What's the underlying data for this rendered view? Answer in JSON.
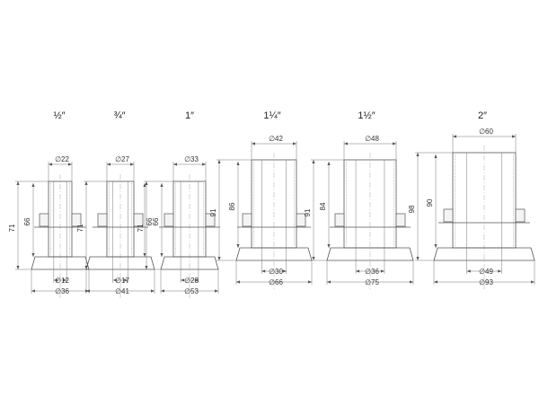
{
  "fittings": [
    {
      "size": "½″",
      "top": "∅22",
      "small_bore": "∅12",
      "flange": "∅36",
      "h_outer": "71",
      "h_inner": "66"
    },
    {
      "size": "¾″",
      "top": "∅27",
      "small_bore": "∅17",
      "flange": "∅41",
      "h_outer": "71",
      "h_inner": "66"
    },
    {
      "size": "1″",
      "top": "∅33",
      "small_bore": "∅23",
      "flange": "∅53",
      "h_outer": "71",
      "h_inner": "66"
    },
    {
      "size": "1¼″",
      "top": "∅42",
      "small_bore": "∅30",
      "flange": "∅66",
      "h_outer": "91",
      "h_inner": "86"
    },
    {
      "size": "1½″",
      "top": "∅48",
      "small_bore": "∅36",
      "flange": "∅75",
      "h_outer": "91",
      "h_inner": "84"
    },
    {
      "size": "2″",
      "top": "∅60",
      "small_bore": "∅49",
      "flange": "∅93",
      "h_outer": "98",
      "h_inner": "90"
    }
  ]
}
